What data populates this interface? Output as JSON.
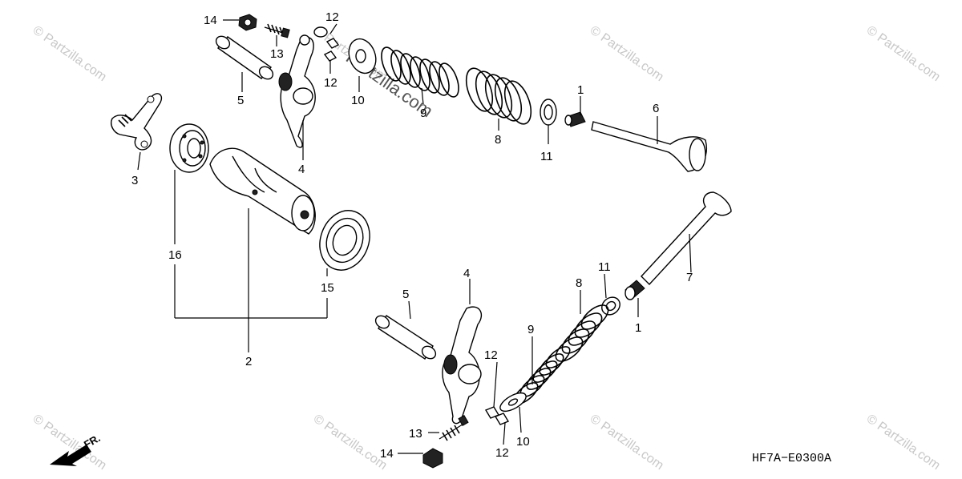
{
  "diagram": {
    "code": "HF7A−E0300A",
    "front_indicator": "FR.",
    "watermark": "© Partzilla.com",
    "watermark_center": "Partzilla.com",
    "callouts": {
      "p1_upper": "1",
      "p1_lower": "1",
      "p2": "2",
      "p3": "3",
      "p4_upper": "4",
      "p4_lower": "4",
      "p5_upper": "5",
      "p5_lower": "5",
      "p6": "6",
      "p7": "7",
      "p8_upper": "8",
      "p8_lower": "8",
      "p9_upper": "9",
      "p9_lower": "9",
      "p10_upper": "10",
      "p10_lower": "10",
      "p11_upper": "11",
      "p11_lower": "11",
      "p12_a": "12",
      "p12_b": "12",
      "p12_c": "12",
      "p12_d": "12",
      "p13_upper": "13",
      "p13_lower": "13",
      "p14_upper": "14",
      "p14_lower": "14",
      "p15": "15",
      "p16": "16"
    }
  }
}
